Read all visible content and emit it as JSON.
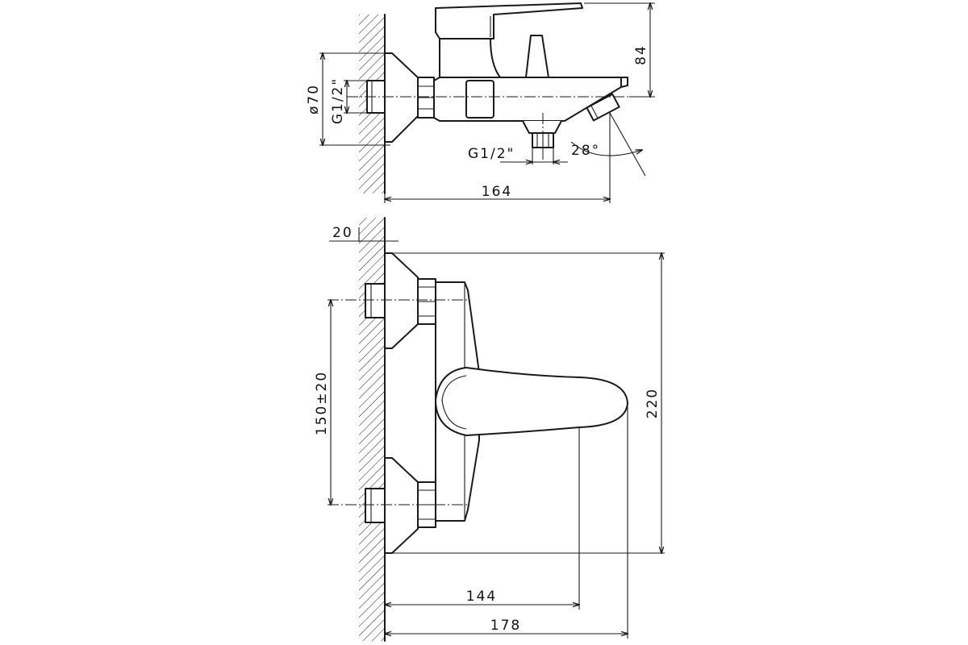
{
  "dimensions": {
    "diameter": "ø70",
    "thread_inlet": "G1/2\"",
    "height": "84",
    "thread_outlet": "G1/2\"",
    "angle": "28°",
    "depth_total_top": "164",
    "wall_offset": "20",
    "center_distance": "150±20",
    "height_total": "220",
    "lever_reach": "144",
    "width_total": "178"
  }
}
